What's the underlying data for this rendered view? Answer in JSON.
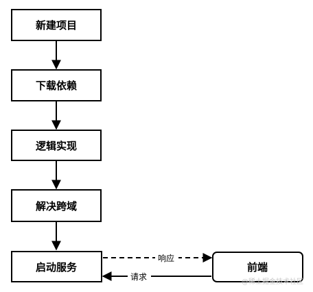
{
  "diagram": {
    "nodes": [
      {
        "id": "new-project",
        "label": "新建项目"
      },
      {
        "id": "download-deps",
        "label": "下载依赖"
      },
      {
        "id": "logic-impl",
        "label": "逻辑实现"
      },
      {
        "id": "solve-cors",
        "label": "解决跨域"
      },
      {
        "id": "start-service",
        "label": "启动服务"
      },
      {
        "id": "frontend",
        "label": "前端"
      }
    ],
    "edges": [
      {
        "from": "new-project",
        "to": "download-deps",
        "style": "solid",
        "label": ""
      },
      {
        "from": "download-deps",
        "to": "logic-impl",
        "style": "solid",
        "label": ""
      },
      {
        "from": "logic-impl",
        "to": "solve-cors",
        "style": "solid",
        "label": ""
      },
      {
        "from": "solve-cors",
        "to": "start-service",
        "style": "solid",
        "label": ""
      },
      {
        "from": "start-service",
        "to": "frontend",
        "style": "dashed",
        "label": "响应"
      },
      {
        "from": "frontend",
        "to": "start-service",
        "style": "solid",
        "label": "请求"
      }
    ],
    "colors": {
      "stroke": "#000000",
      "fill": "#ffffff",
      "watermark": "#c8c8c8"
    },
    "watermark": "@稀土掘金技术社区"
  }
}
